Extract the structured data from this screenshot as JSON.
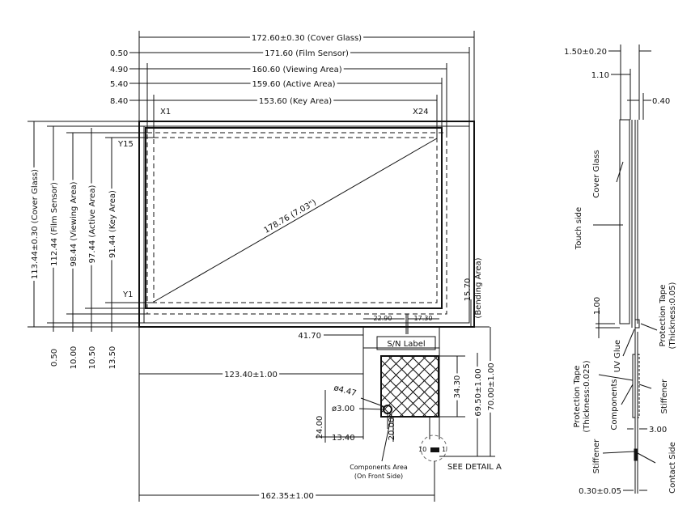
{
  "front_view": {
    "top_dims": {
      "cover_glass": "172.60±0.30 (Cover Glass)",
      "film_sensor": "171.60 (Film Sensor)",
      "viewing_area": "160.60 (Viewing Area)",
      "active_area": "159.60 (Active Area)",
      "key_area": "153.60 (Key Area)"
    },
    "top_offsets": [
      "0.50",
      "4.90",
      "5.40",
      "8.40"
    ],
    "left_dims": {
      "cover_glass": "113.44±0.30 (Cover Glass)",
      "film_sensor": "112.44 (Film Sensor)",
      "viewing_area": "98.44 (Viewing Area)",
      "active_area": "97.44 (Active Area)",
      "key_area": "91.44 (Key Area)"
    },
    "left_offsets": [
      "0.50",
      "10.00",
      "10.50",
      "13.50"
    ],
    "corner_labels": {
      "x1": "X1",
      "x24": "X24",
      "y15": "Y15",
      "y1": "Y1"
    },
    "diagonal": "178.76 (7.03\")",
    "bending_area": {
      "value": "15.70",
      "label": "(Bending Area)"
    }
  },
  "tail": {
    "width_left": "22.90",
    "width_right": "17.30",
    "offset_41": "41.70",
    "sn_label": "S/N Label",
    "dim_123": "123.40±1.00",
    "phi_447": "ø4.47",
    "phi_300": "ø3.00",
    "dim_1340": "13.40",
    "dim_2400": "24.00",
    "dim_2000": "20.00",
    "dim_3430": "34.30",
    "dim_6950": "69.50±1.00",
    "dim_7000": "70.00±1.00",
    "pin_10": "10",
    "pin_1": "1",
    "components_area": [
      "Components Area",
      "(On Front Side)"
    ],
    "see_detail": "SEE DETAIL A",
    "dim_162": "162.35±1.00"
  },
  "side_view": {
    "dim_150": "1.50±0.20",
    "dim_110": "1.10",
    "dim_040": "0.40",
    "cover_glass": "Cover Glass",
    "touch_side": "Touch side",
    "dim_100": "1.00",
    "uv_glue": "UV Glue",
    "protection_tape_top": [
      "Protection Tape",
      "(Thickness:0.05)"
    ],
    "protection_tape_bottom": [
      "Protection Tape",
      "(Thickness:0.025)"
    ],
    "components": "Components",
    "stiffener_right": "Stiffener",
    "dim_300": "3.00",
    "stiffener_left": "Stiffener",
    "contact_side": "Contact Side",
    "dim_030": "0.30±0.05"
  }
}
